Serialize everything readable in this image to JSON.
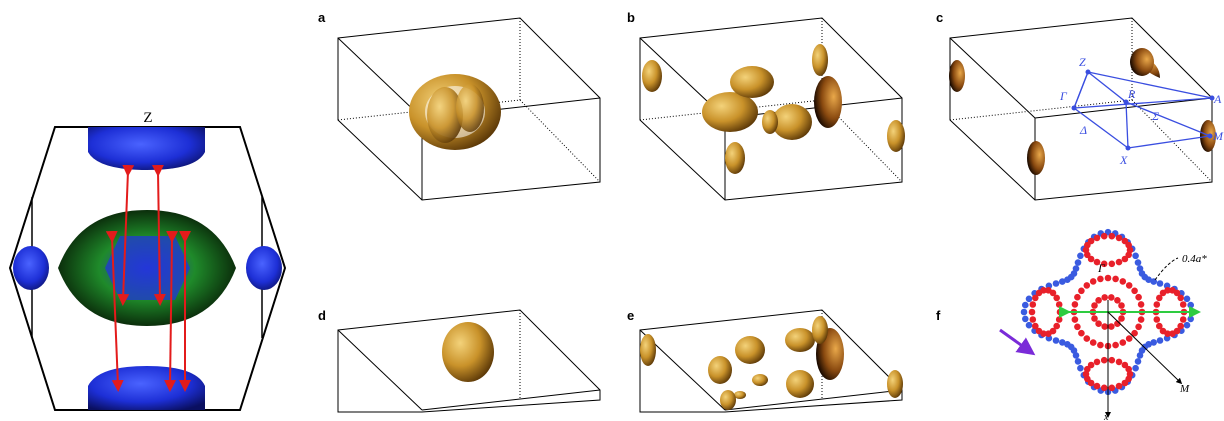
{
  "panel_labels": {
    "a": "a",
    "b": "b",
    "c": "c",
    "d": "d",
    "e": "e",
    "f": "f"
  },
  "left_panel": {
    "top_label": "Z"
  },
  "panel_c": {
    "points": {
      "Z": "Z",
      "Gamma": "Γ",
      "R": "R",
      "A": "A",
      "Sigma": "Σ",
      "Delta": "Δ",
      "X": "X",
      "M": "M"
    }
  },
  "panel_f": {
    "gamma": "Γ",
    "dim_label": "0.4a*",
    "axis_M": "M",
    "axis_x": "x"
  },
  "colors": {
    "fermi_gold": "#c9922a",
    "fermi_gold_dark": "#7a4e10",
    "blue_sheet": "#1d2fd6",
    "green_sheet": "#1f8a2a",
    "arrow_red": "#e31b1b",
    "bz_blue": "#3a4ee0",
    "dot_red": "#e8202a",
    "dot_blue": "#3a5be0",
    "nesting_green": "#2ecc40",
    "pointer_purple": "#7a2bd8"
  }
}
